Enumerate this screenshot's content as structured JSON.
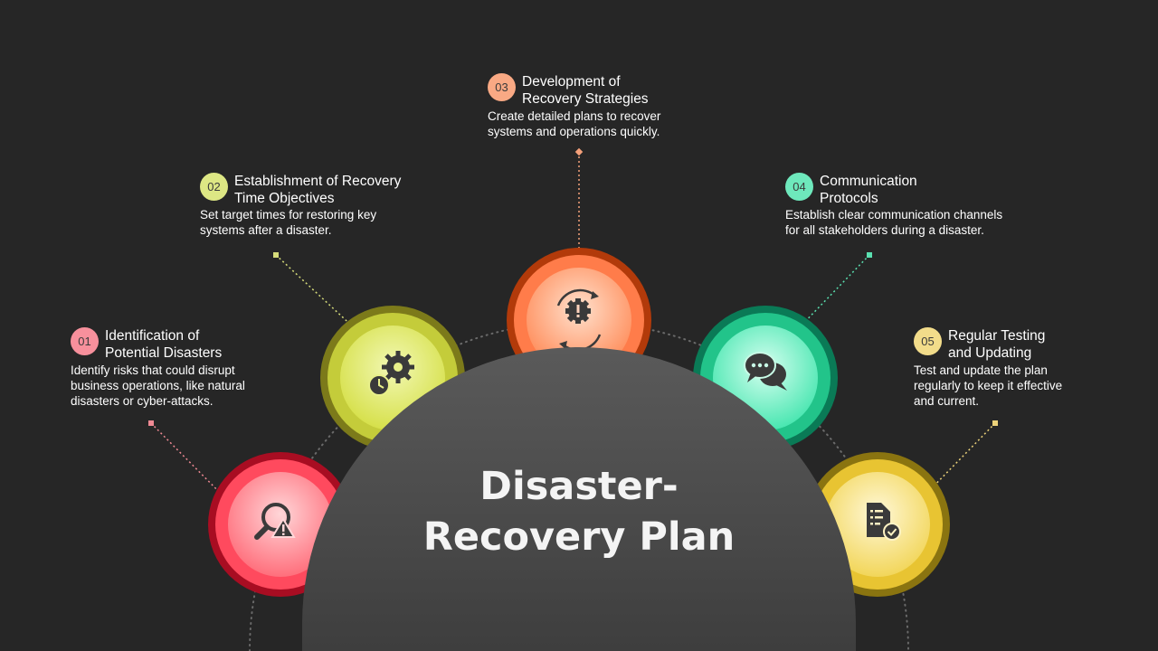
{
  "title": {
    "line1": "Disaster-",
    "line2": "Recovery Plan"
  },
  "steps": [
    {
      "number": "01",
      "title_line1": "Identification of",
      "title_line2": "Potential Disasters",
      "desc_lines": [
        "Identify risks that could disrupt",
        "business operations, like natural",
        "disasters or cyber-attacks."
      ],
      "icon": "risk-search-icon",
      "color": "#e8445a"
    },
    {
      "number": "02",
      "title_line1": "Establishment of Recovery",
      "title_line2": "Time Objectives",
      "desc_lines": [
        "Set target times for restoring key",
        "systems after a disaster."
      ],
      "icon": "settings-clock-icon",
      "color": "#c4cc3a"
    },
    {
      "number": "03",
      "title_line1": "Development of",
      "title_line2": "Recovery Strategies",
      "desc_lines": [
        "Create detailed plans to recover",
        "systems and operations quickly."
      ],
      "icon": "gear-cycle-icon",
      "color": "#f07848"
    },
    {
      "number": "04",
      "title_line1": "Communication",
      "title_line2": "Protocols",
      "desc_lines": [
        "Establish clear communication channels",
        "for all stakeholders during a disaster."
      ],
      "icon": "chat-bubbles-icon",
      "color": "#2ec894"
    },
    {
      "number": "05",
      "title_line1": "Regular Testing",
      "title_line2": "and Updating",
      "desc_lines": [
        "Test and update the plan",
        "regularly to keep it effective",
        "and current."
      ],
      "icon": "document-check-icon",
      "color": "#e2c23a"
    }
  ]
}
